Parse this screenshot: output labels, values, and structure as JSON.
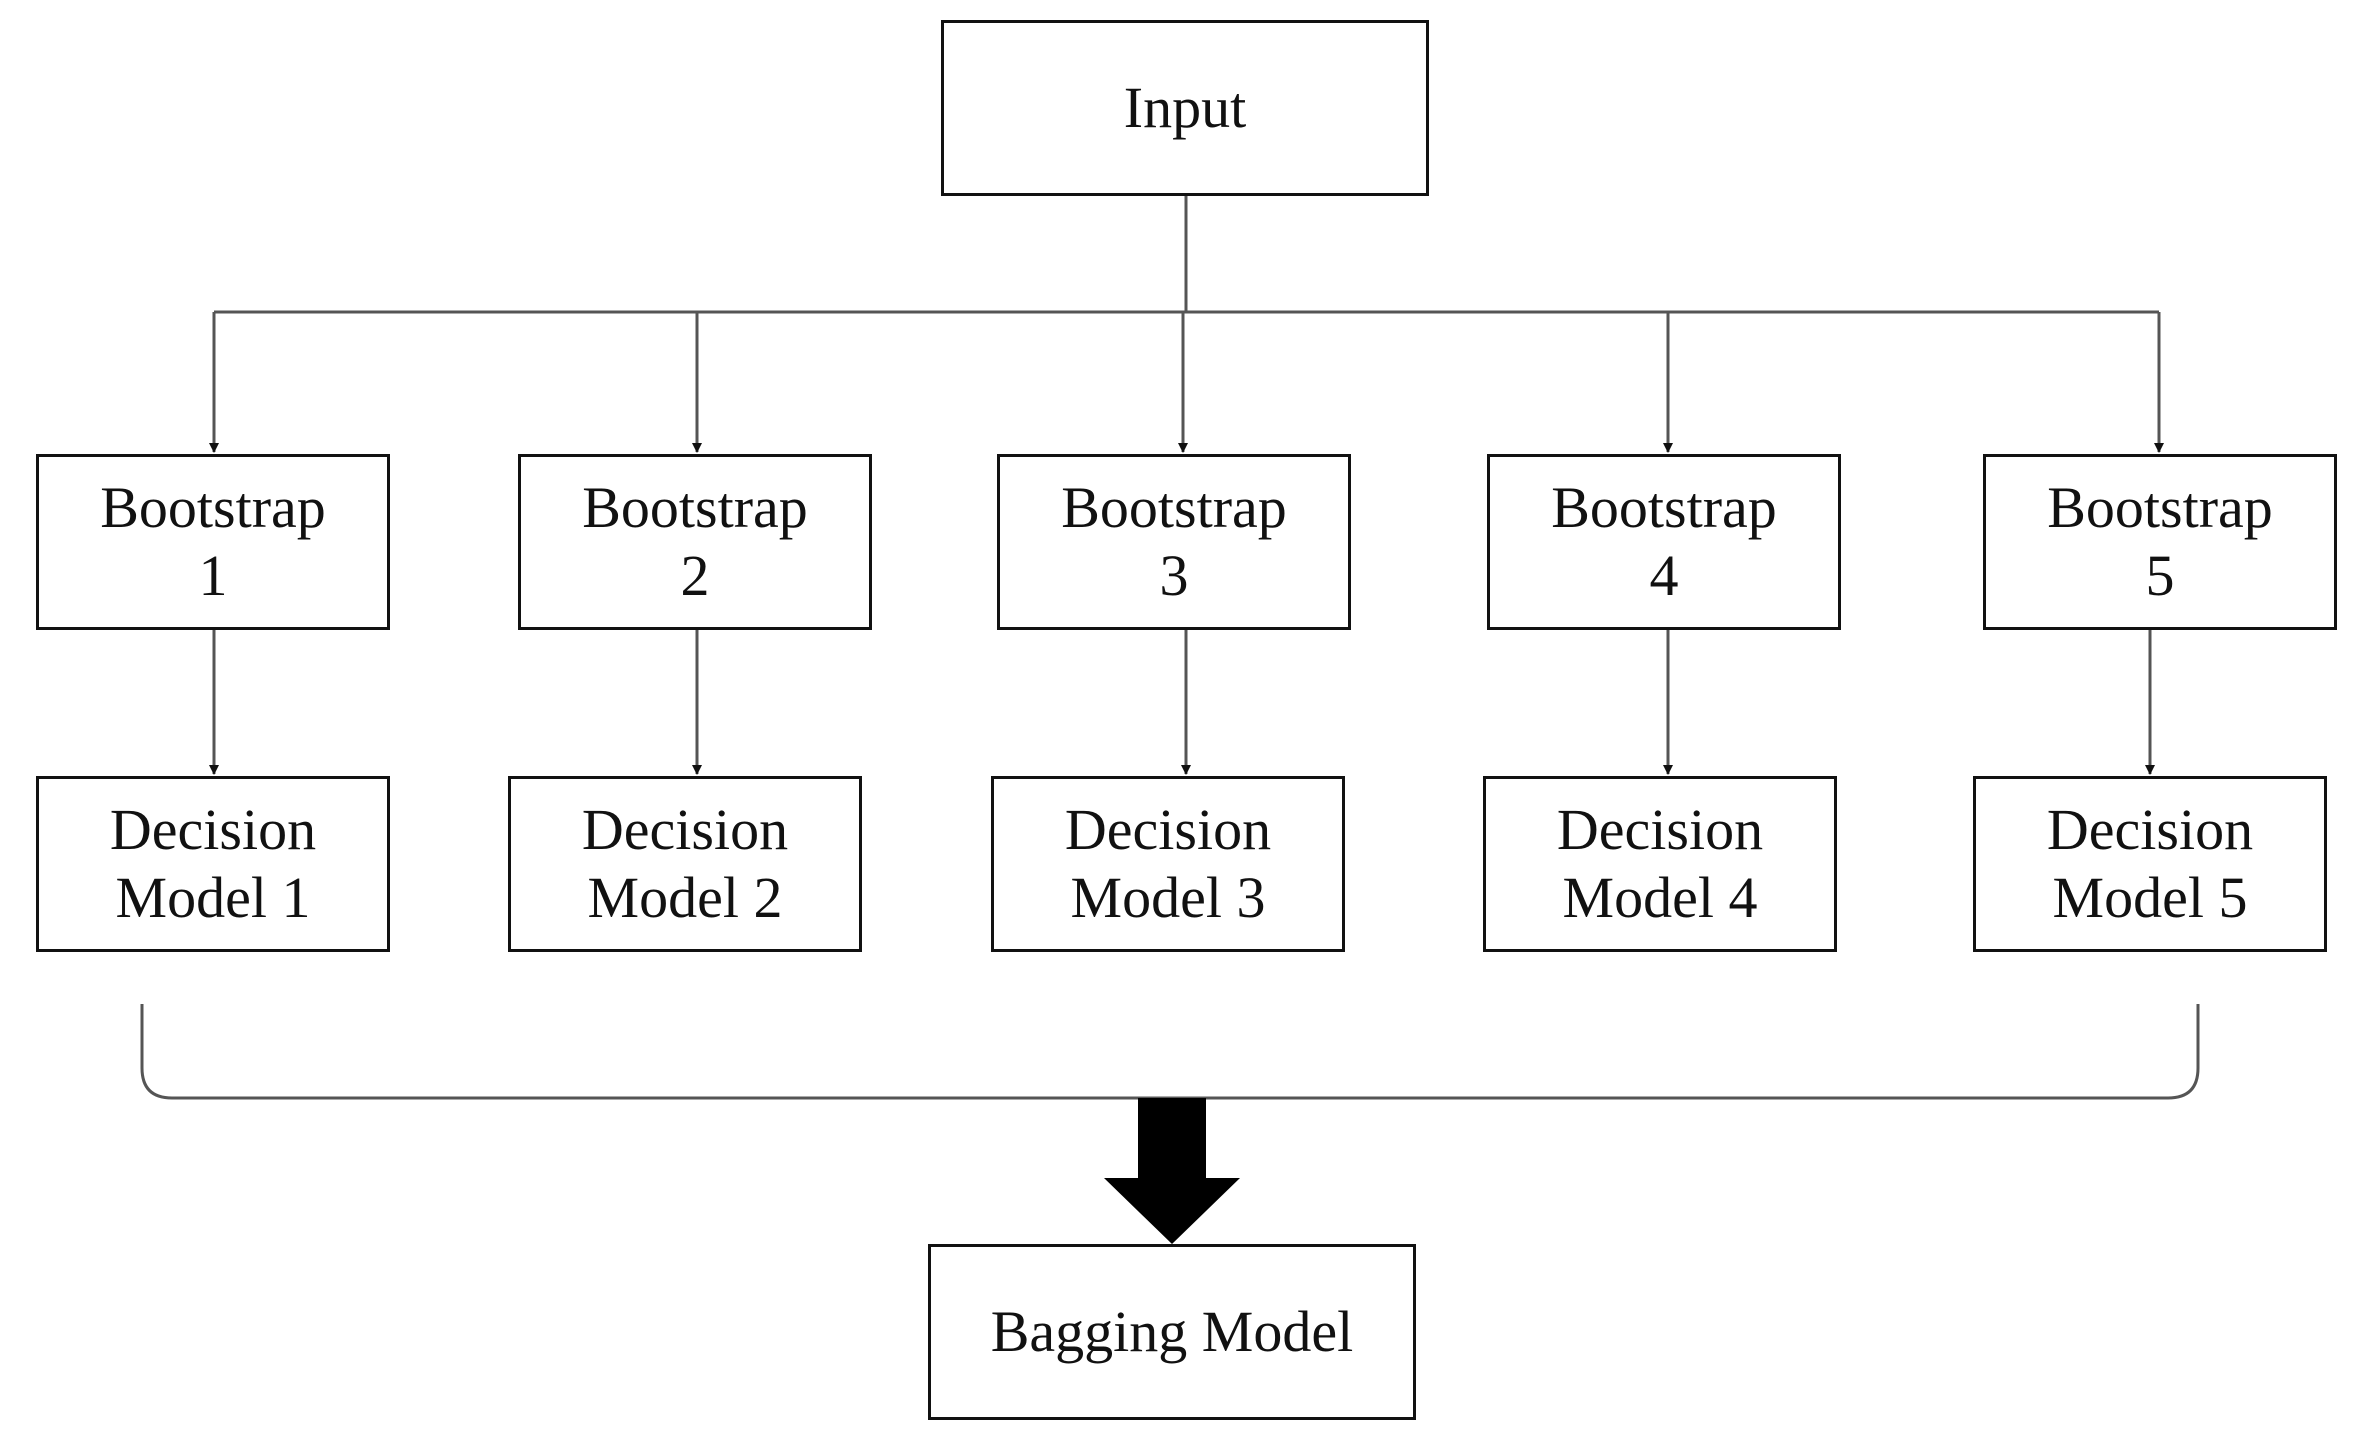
{
  "nodes": {
    "input": {
      "label": "Input"
    },
    "bootstraps": [
      {
        "label": "Bootstrap",
        "number": "1"
      },
      {
        "label": "Bootstrap",
        "number": "2"
      },
      {
        "label": "Bootstrap",
        "number": "3"
      },
      {
        "label": "Bootstrap",
        "number": "4"
      },
      {
        "label": "Bootstrap",
        "number": "5"
      }
    ],
    "models": [
      {
        "line1": "Decision",
        "line2": "Model 1"
      },
      {
        "line1": "Decision",
        "line2": "Model 2"
      },
      {
        "line1": "Decision",
        "line2": "Model 3"
      },
      {
        "line1": "Decision",
        "line2": "Model 4"
      },
      {
        "line1": "Decision",
        "line2": "Model 5"
      }
    ],
    "output": {
      "label": "Bagging Model"
    }
  },
  "colors": {
    "stroke": "#111111",
    "connector": "#555555",
    "background": "#ffffff"
  }
}
